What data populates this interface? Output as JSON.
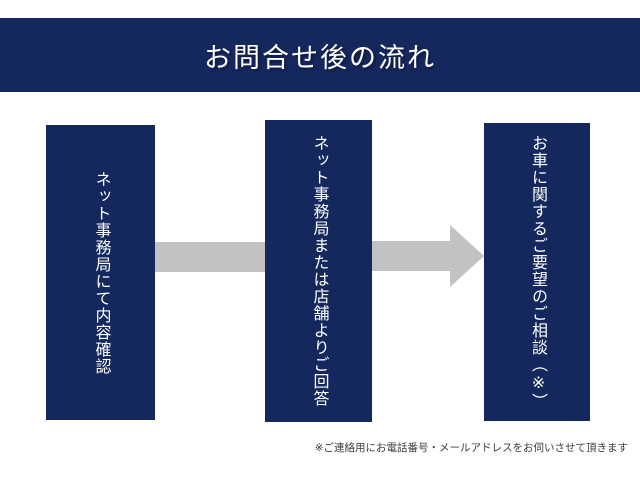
{
  "header": {
    "title": "お問合せ後の流れ"
  },
  "steps": [
    {
      "label": "ネット事務局にて内容確認"
    },
    {
      "label": "ネット事務局または店舗よりご回答"
    },
    {
      "label": "お車に関するご要望のご相談（※）"
    }
  ],
  "connectors": [
    {
      "type": "bar"
    },
    {
      "type": "arrow-right"
    }
  ],
  "footnote": {
    "text": "※ご連絡用にお電話番号・メールアドレスをお伺いさせて頂きます"
  },
  "colors": {
    "navy": "#15285e",
    "arrow_gray": "#c2c2c2",
    "footnote_text": "#3c3c3c",
    "title_text": "#ffffff",
    "background": "#ffffff"
  }
}
